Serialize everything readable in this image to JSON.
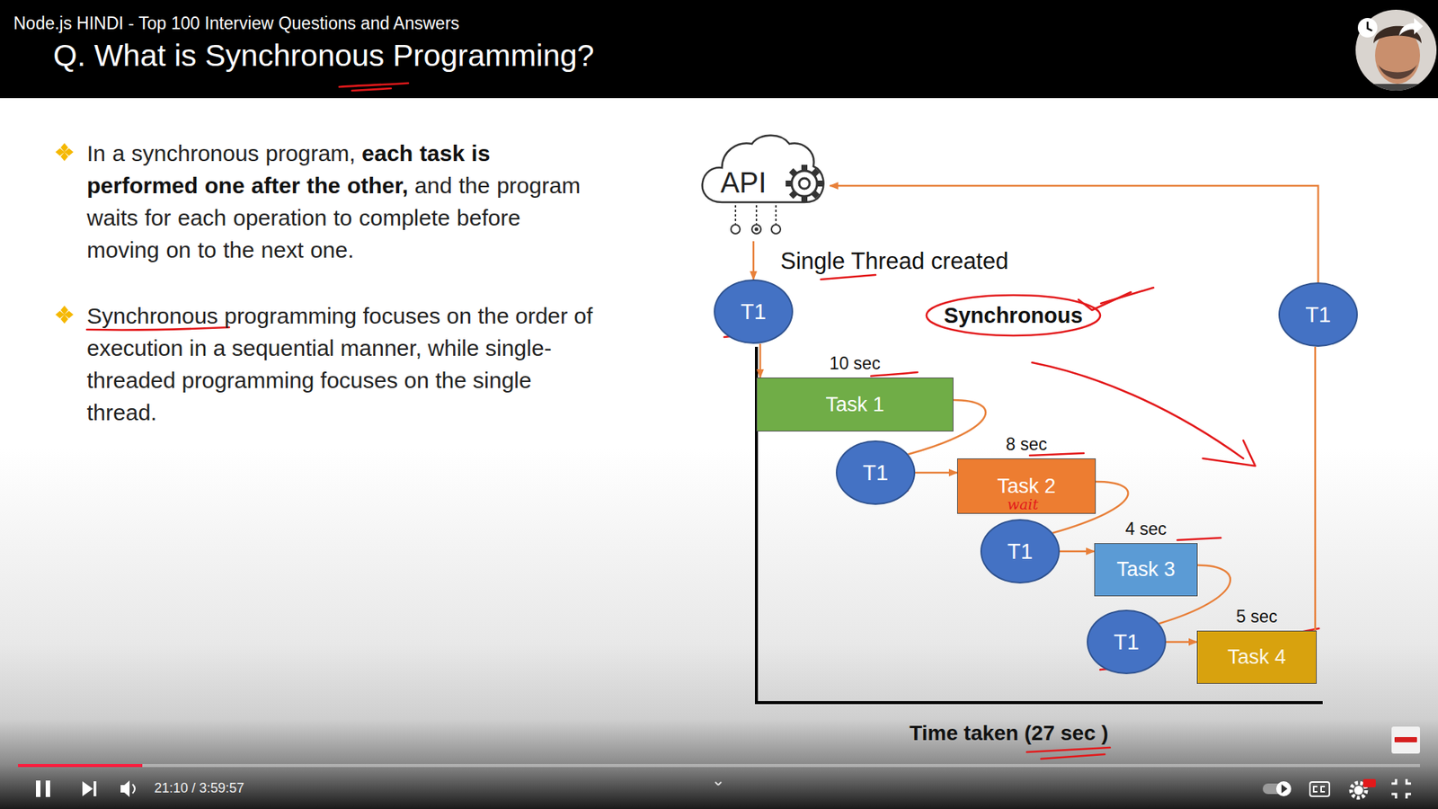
{
  "diagram": {
    "title": "Q. What is Synchronous Programming?",
    "nodes": [
      {
        "text": [
          "API"
        ]
      },
      {
        "text": [
          "T1"
        ]
      },
      {
        "text": [
          "Task 1",
          "10 sec"
        ]
      },
      {
        "text": [
          "T1"
        ]
      },
      {
        "text": [
          "Task 2",
          "8 sec"
        ]
      },
      {
        "text": [
          "T1"
        ]
      },
      {
        "text": [
          "Task 3",
          "4 sec"
        ]
      },
      {
        "text": [
          "T1"
        ]
      },
      {
        "text": [
          "Task 4",
          "5 sec"
        ]
      },
      {
        "text": [
          "T1"
        ]
      }
    ],
    "edges": [
      {
        "from": 0,
        "to": 1,
        "arrow": "to"
      },
      {
        "from": 1,
        "to": 2,
        "arrow": "to"
      },
      {
        "from": 2,
        "to": 3,
        "arrow": "none"
      },
      {
        "from": 3,
        "to": 4,
        "arrow": "to"
      },
      {
        "from": 4,
        "to": 5,
        "arrow": "none"
      },
      {
        "from": 5,
        "to": 6,
        "arrow": "to"
      },
      {
        "from": 6,
        "to": 7,
        "arrow": "none"
      },
      {
        "from": 7,
        "to": 8,
        "arrow": "to"
      },
      {
        "from": 8,
        "to": 9,
        "arrow": "none"
      },
      {
        "from": 9,
        "to": 0,
        "arrow": "to"
      }
    ],
    "labels": [
      "Node.js HINDI - Top 100 Interview Questions and Answers",
      "In a synchronous program,",
      "each task is performed one after the other,",
      "and the program waits for each operation to complete before moving on to the next one.",
      "Synchronous programming focuses on the order of execution in a sequential manner, while single-threaded programming focuses on the single thread.",
      "Single Thread created",
      "Synchronous",
      "wait",
      "Time taken (27 sec )",
      "21:10 / 3:59:57"
    ]
  }
}
